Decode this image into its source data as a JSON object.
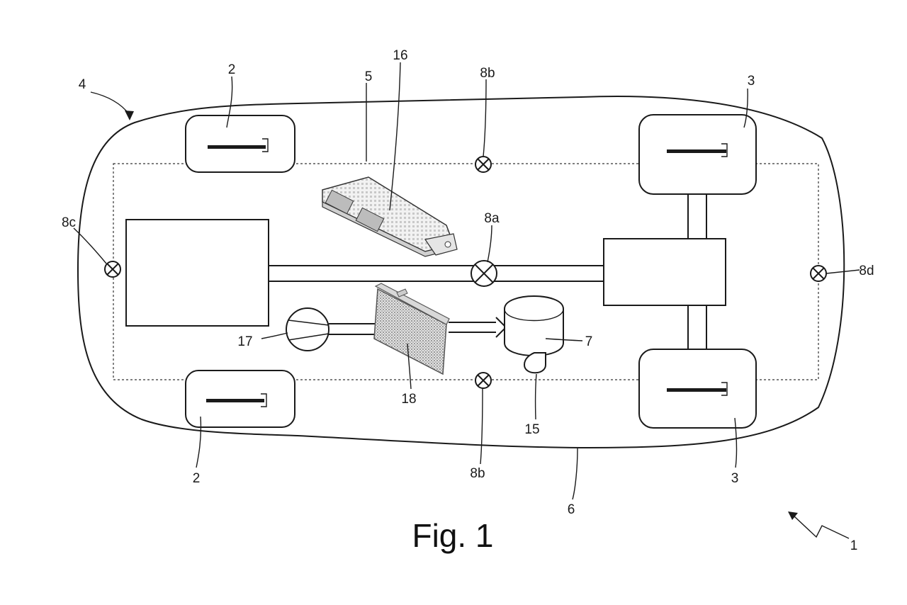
{
  "figure_title": "Fig. 1",
  "labels": {
    "vehicle": "1",
    "front_wheel_top": "2",
    "front_wheel_bottom": "2",
    "rear_wheel_top": "3",
    "rear_wheel_bottom": "3",
    "body_outline": "4",
    "region": "5",
    "underbody": "6",
    "tank": "7",
    "sensor_center": "8a",
    "sensor_top": "8b",
    "sensor_bottom": "8b",
    "sensor_front": "8c",
    "sensor_rear": "8d",
    "tank_outlet": "15",
    "control_unit": "16",
    "pump": "17",
    "heat_exchanger": "18"
  },
  "colors": {
    "line": "#1a1a1a",
    "background": "#ffffff",
    "hatch": "#9a9a9a"
  }
}
